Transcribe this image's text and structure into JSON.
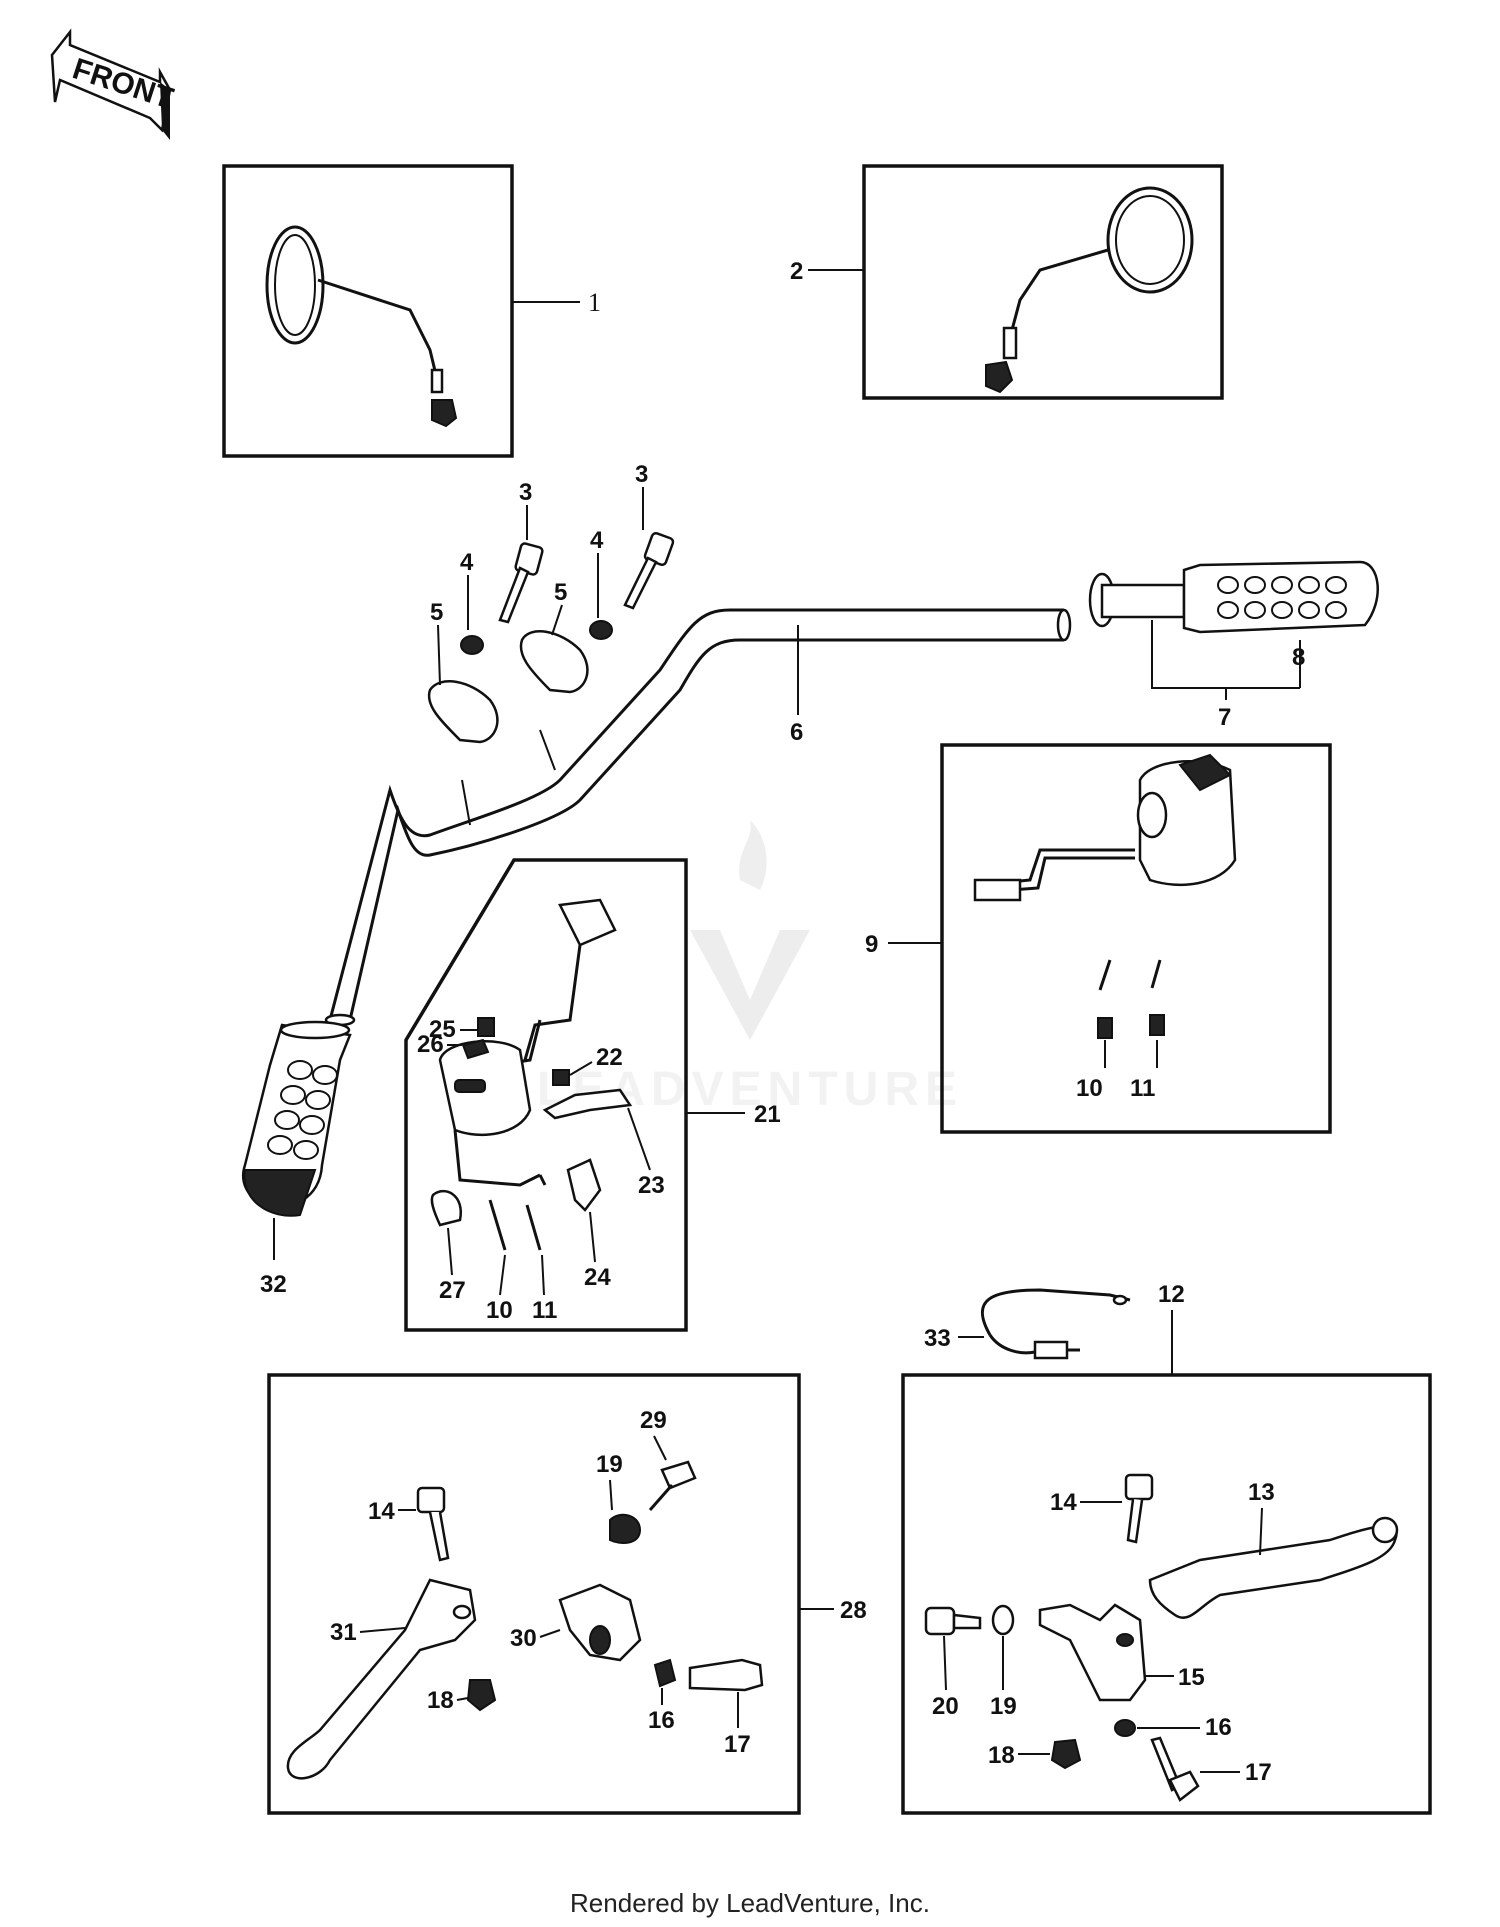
{
  "front_arrow": {
    "text": "FRONT",
    "icon": "front-arrow-icon"
  },
  "callouts": {
    "c1": "1",
    "c2": "2",
    "c3a": "3",
    "c3b": "3",
    "c4a": "4",
    "c4b": "4",
    "c5a": "5",
    "c5b": "5",
    "c6": "6",
    "c7": "7",
    "c8": "8",
    "c9": "9",
    "c10a": "10",
    "c11a": "11",
    "c10b": "10",
    "c11b": "11",
    "c12": "12",
    "c13": "13",
    "c14a": "14",
    "c14b": "14",
    "c15": "15",
    "c16a": "16",
    "c16b": "16",
    "c17a": "17",
    "c17b": "17",
    "c18a": "18",
    "c18b": "18",
    "c19a": "19",
    "c19b": "19",
    "c20": "20",
    "c21": "21",
    "c22": "22",
    "c23": "23",
    "c24": "24",
    "c25": "25",
    "c26": "26",
    "c27": "27",
    "c28": "28",
    "c29": "29",
    "c30": "30",
    "c31": "31",
    "c32": "32",
    "c33": "33"
  },
  "footer": {
    "credit": "Rendered by LeadVenture, Inc."
  },
  "watermark": {
    "text": "LEADVENTURE",
    "color": "#e8e8e8"
  }
}
